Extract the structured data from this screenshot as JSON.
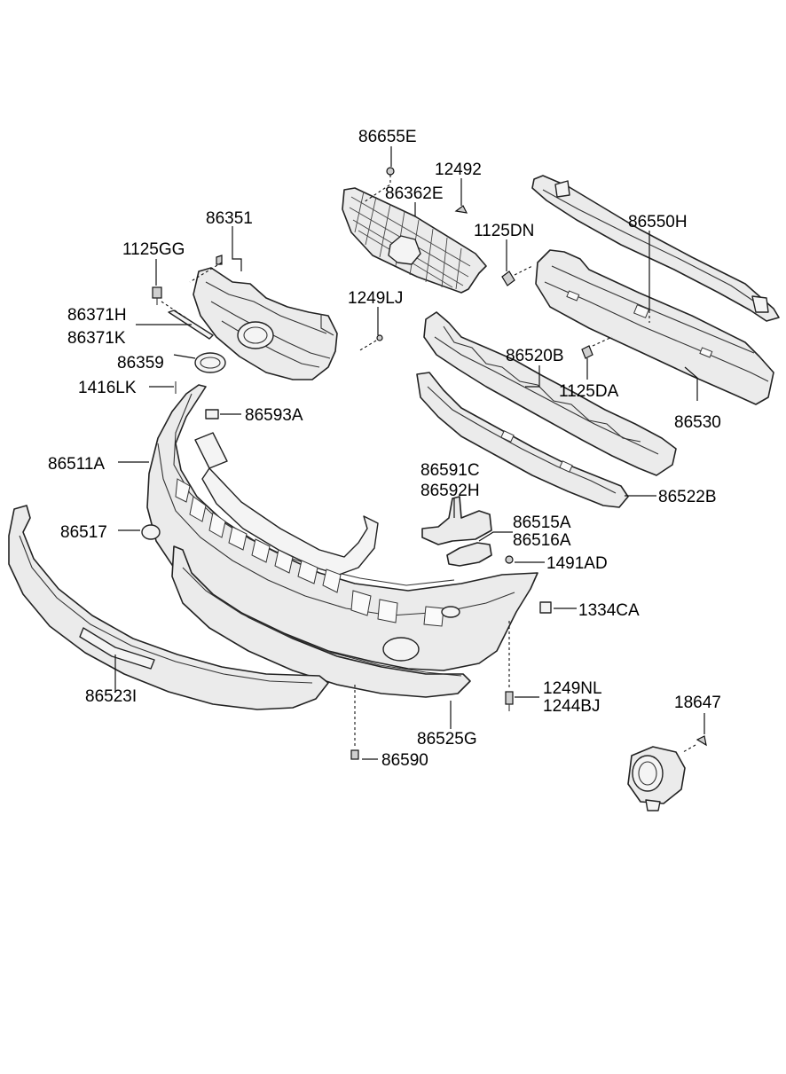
{
  "labels": {
    "l_86655E": "86655E",
    "l_12492": "12492",
    "l_86362E": "86362E",
    "l_86550H": "86550H",
    "l_86351": "86351",
    "l_1125DN": "1125DN",
    "l_1125GG": "1125GG",
    "l_1249LJ": "1249LJ",
    "l_86371H": "86371H",
    "l_86371K": "86371K",
    "l_86359": "86359",
    "l_86520B": "86520B",
    "l_1125DA": "1125DA",
    "l_1416LK": "1416LK",
    "l_86593A": "86593A",
    "l_86530": "86530",
    "l_86511A": "86511A",
    "l_86591C": "86591C",
    "l_86592H": "86592H",
    "l_86522B": "86522B",
    "l_86517": "86517",
    "l_86515A": "86515A",
    "l_86516A": "86516A",
    "l_1491AD": "1491AD",
    "l_1334CA": "1334CA",
    "l_1249NL": "1249NL",
    "l_86523I": "86523I",
    "l_18647": "18647",
    "l_1244BJ": "1244BJ",
    "l_86525G": "86525G",
    "l_86590": "86590"
  }
}
